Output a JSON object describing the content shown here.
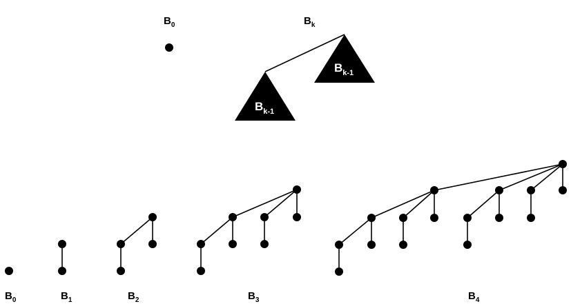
{
  "definition": {
    "base": {
      "label": "B",
      "sub": "0"
    },
    "recursive": {
      "label": "B",
      "sub": "k"
    },
    "subtree": {
      "label": "B",
      "sub": "k-1"
    }
  },
  "trees": [
    {
      "label": "B",
      "sub": "0"
    },
    {
      "label": "B",
      "sub": "1"
    },
    {
      "label": "B",
      "sub": "2"
    },
    {
      "label": "B",
      "sub": "3"
    },
    {
      "label": "B",
      "sub": "4"
    }
  ],
  "colors": {
    "ink": "#000000",
    "background": "#ffffff",
    "triangle_text": "#ffffff"
  }
}
